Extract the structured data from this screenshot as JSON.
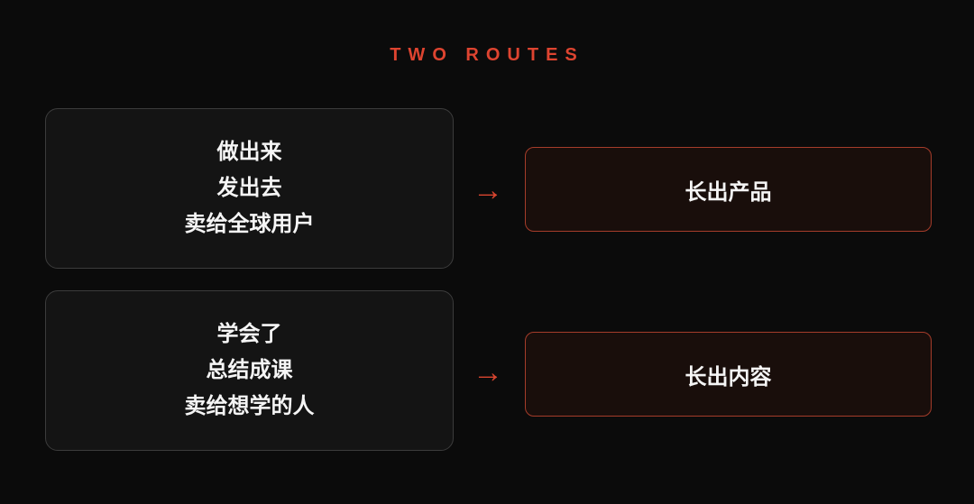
{
  "title": "TWO ROUTES",
  "colors": {
    "background": "#0b0b0b",
    "accent": "#de4430",
    "input_box_border": "#3c3c3c",
    "input_box_bg": "#141414",
    "output_box_border": "#a53c2a",
    "output_box_bg": "#190e0b",
    "text": "#f5f5f5"
  },
  "arrow_glyph": "→",
  "routes": [
    {
      "inputs": [
        "做出来",
        "发出去",
        "卖给全球用户"
      ],
      "output": "长出产品"
    },
    {
      "inputs": [
        "学会了",
        "总结成课",
        "卖给想学的人"
      ],
      "output": "长出内容"
    }
  ]
}
